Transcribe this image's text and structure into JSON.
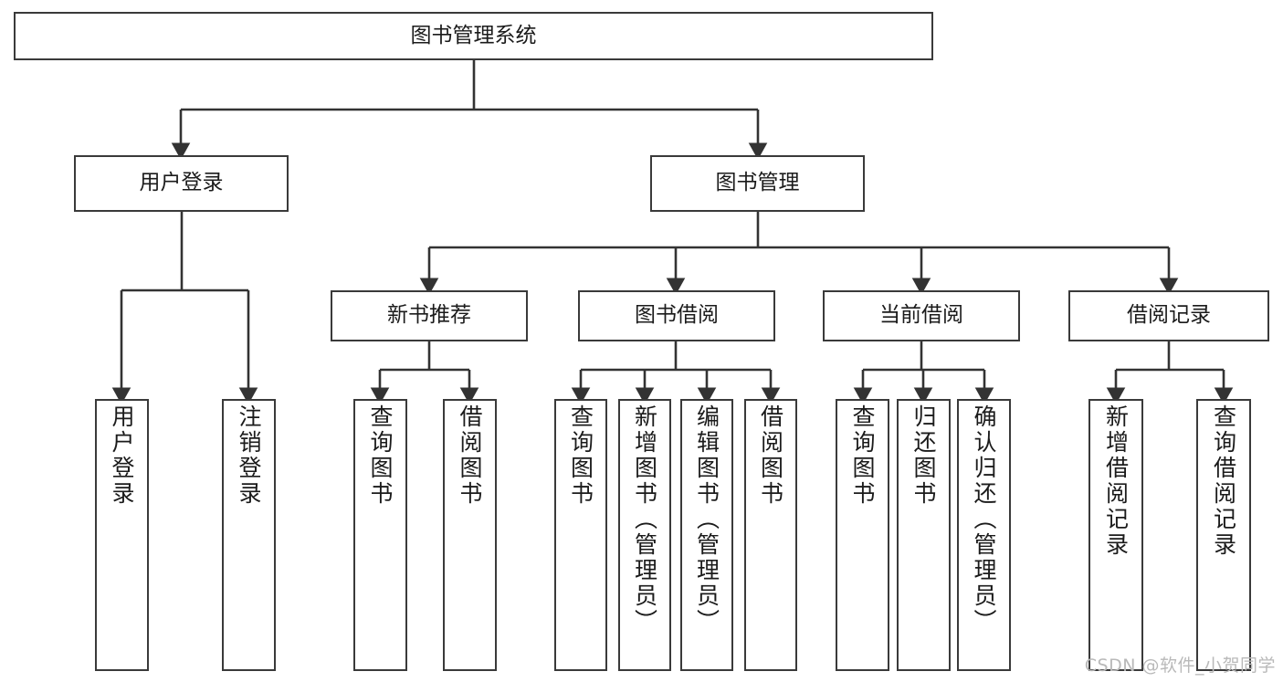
{
  "diagram": {
    "title": "图书管理系统",
    "type": "hierarchy-tree",
    "colors": {
      "box_border": "#3a3a3a",
      "box_fill": "#ffffff",
      "connector": "#333333",
      "text": "#1b1b1b",
      "watermark": "#b9b9b9"
    },
    "root": {
      "label": "图书管理系统",
      "level": 1
    },
    "level2": [
      {
        "label": "用户登录"
      },
      {
        "label": "图书管理"
      }
    ],
    "level3": [
      {
        "label": "新书推荐"
      },
      {
        "label": "图书借阅"
      },
      {
        "label": "当前借阅"
      },
      {
        "label": "借阅记录"
      }
    ],
    "leaves": {
      "user_login": [
        {
          "label": "用户登录"
        },
        {
          "label": "注销登录"
        }
      ],
      "new_book": [
        {
          "label": "查询图书"
        },
        {
          "label": "借阅图书"
        }
      ],
      "book_borrow": [
        {
          "label": "查询图书"
        },
        {
          "label": "新增图书（管理员）"
        },
        {
          "label": "编辑图书（管理员）"
        },
        {
          "label": "借阅图书"
        }
      ],
      "current_borrow": [
        {
          "label": "查询图书"
        },
        {
          "label": "归还图书"
        },
        {
          "label": "确认归还（管理员）"
        }
      ],
      "borrow_record": [
        {
          "label": "新增借阅记录"
        },
        {
          "label": "查询借阅记录"
        }
      ]
    }
  },
  "watermark": {
    "text": "CSDN @软件_小贺同学"
  }
}
